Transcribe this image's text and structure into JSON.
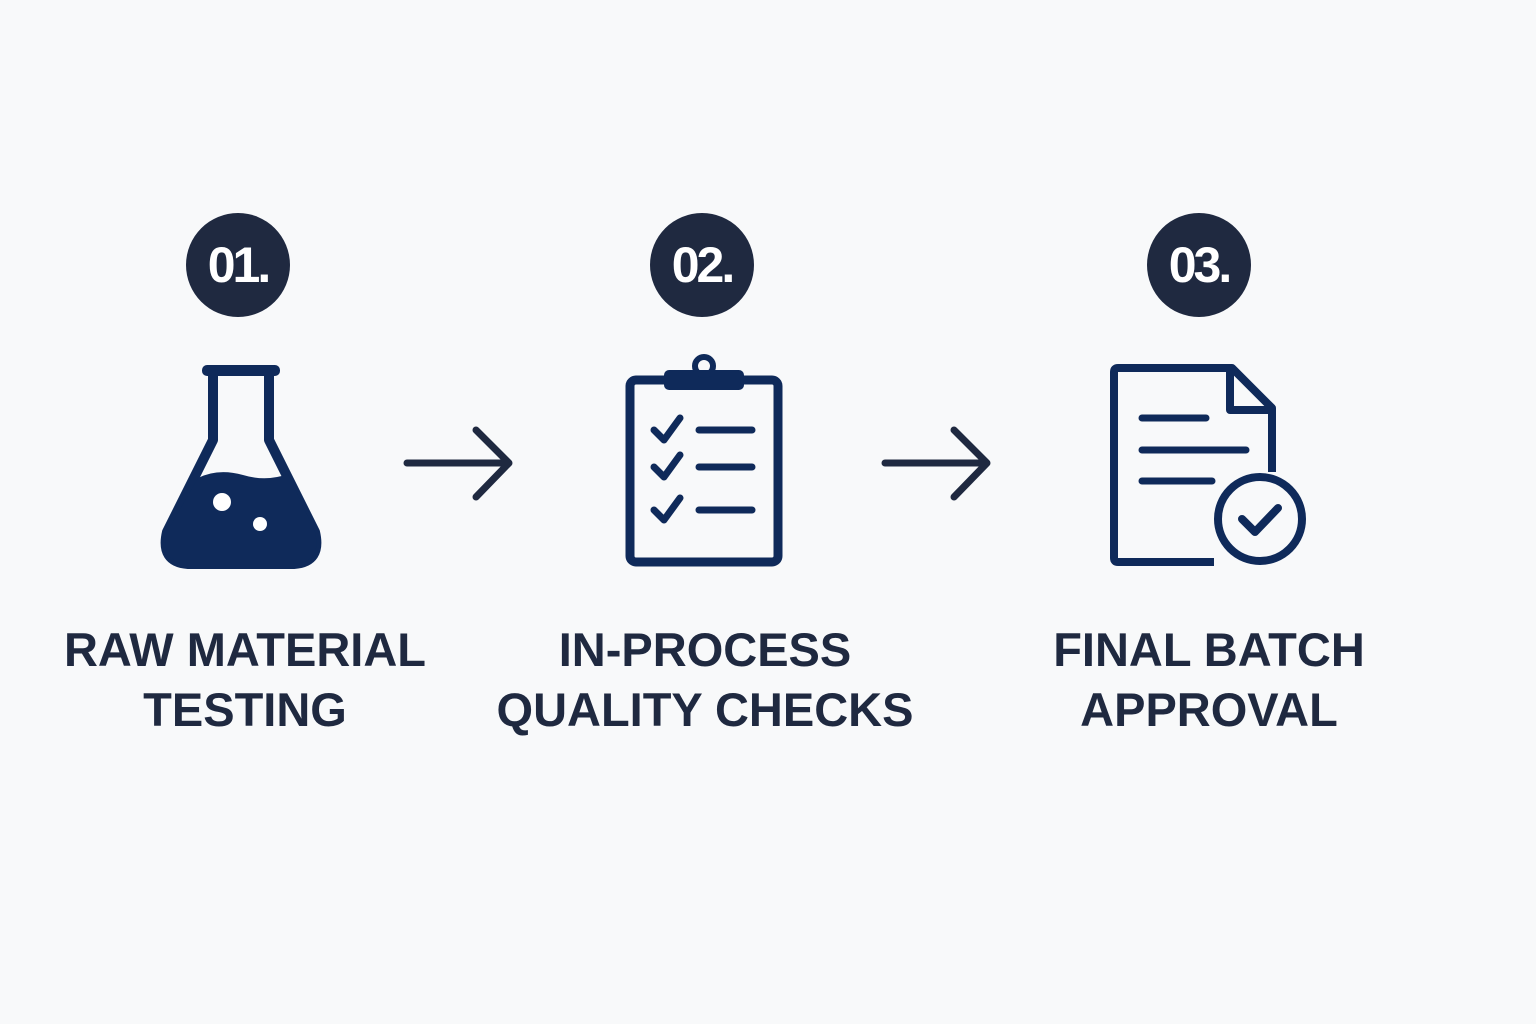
{
  "steps": [
    {
      "number": "01.",
      "line1": "RAW MATERIAL",
      "line2": "TESTING",
      "icon": "flask-icon"
    },
    {
      "number": "02.",
      "line1": "IN-PROCESS",
      "line2": "QUALITY CHECKS",
      "icon": "clipboard-checklist-icon"
    },
    {
      "number": "03.",
      "line1": "FINAL BATCH",
      "line2": "APPROVAL",
      "icon": "document-approved-icon"
    }
  ],
  "colors": {
    "badge": "#1f2940",
    "icon": "#0f2a5a",
    "background": "#f8f9fa",
    "text": "#1f2940"
  }
}
